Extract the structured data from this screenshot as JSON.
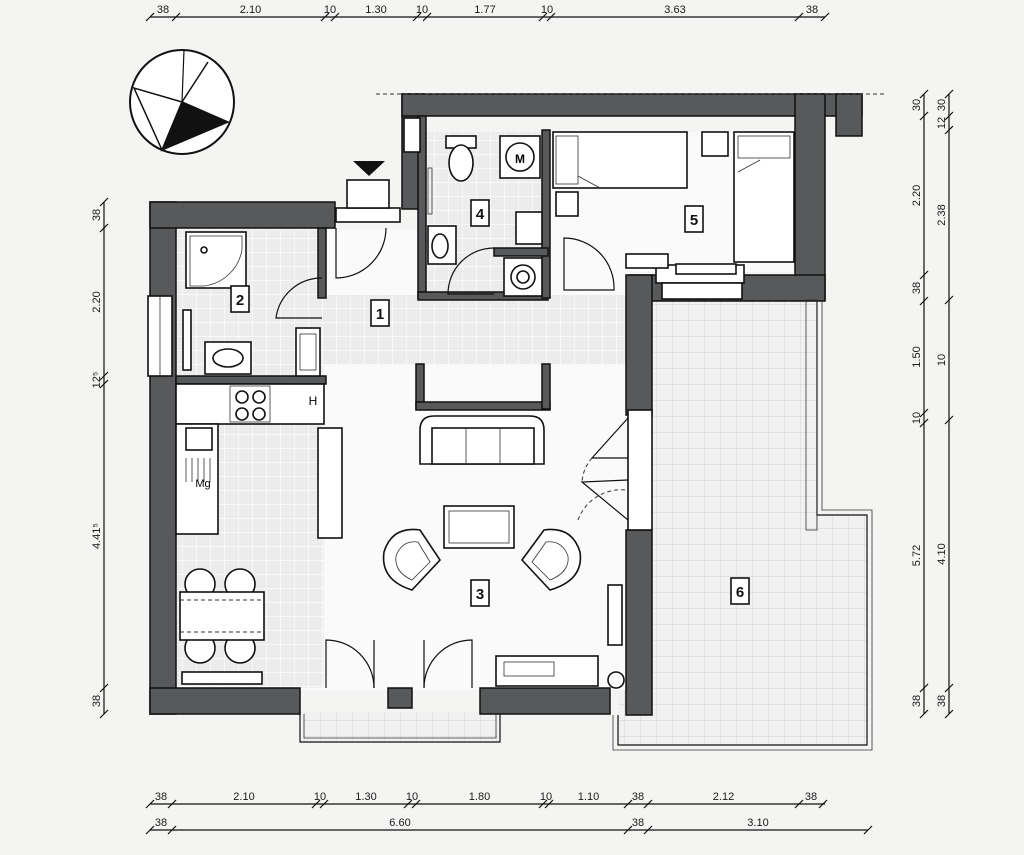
{
  "dimensions": {
    "top": [
      "38",
      "2.10",
      "10",
      "1.30",
      "10",
      "1.77",
      "10",
      "3.63",
      "38"
    ],
    "bottom_row1": [
      "38",
      "2.10",
      "10",
      "1.30",
      "10",
      "1.80",
      "10",
      "1.10",
      "38",
      "2.12",
      "38"
    ],
    "bottom_row2": [
      "38",
      "6.60",
      "38",
      "3.10"
    ],
    "left": [
      "38",
      "2.20",
      "12⁵",
      "4.41⁵",
      "38"
    ],
    "right_inner": [
      "30",
      "2.20",
      "38",
      "1.50",
      "10",
      "5.72",
      "38"
    ],
    "right_outer": [
      "30",
      "12",
      "2.38",
      "10",
      "4.10",
      "38"
    ]
  },
  "rooms": {
    "r1": "1",
    "r2": "2",
    "r3": "3",
    "r4": "4",
    "r5": "5",
    "r6": "6"
  },
  "fixtures": {
    "washing_machine": "M",
    "hob_label": "H",
    "dishwasher_label": "Mg"
  },
  "colors": {
    "wall": "#58595b",
    "tile": "#ececec",
    "background": "#f4f4f3"
  }
}
